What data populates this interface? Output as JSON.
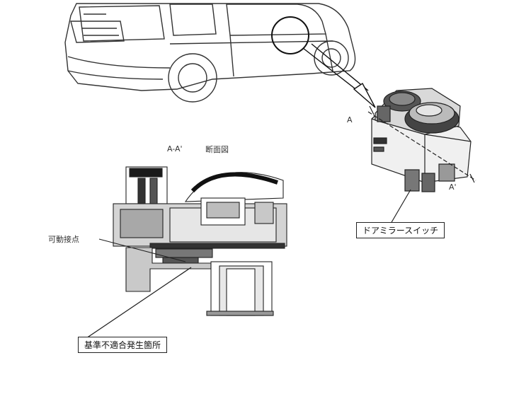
{
  "labels": {
    "section_marker_left": "A",
    "section_marker_right": "A'",
    "section_title_ref": "A-A'",
    "section_title_text": "断面図",
    "moving_contact": "可動接点",
    "door_mirror_switch": "ドアミラースイッチ",
    "nonconformity_location": "基準不適合発生箇所"
  },
  "colors": {
    "line": "#2a2a2a",
    "light_gray": "#bdbdbd",
    "mid_gray": "#8a8a8a",
    "dark": "#1a1a1a"
  }
}
